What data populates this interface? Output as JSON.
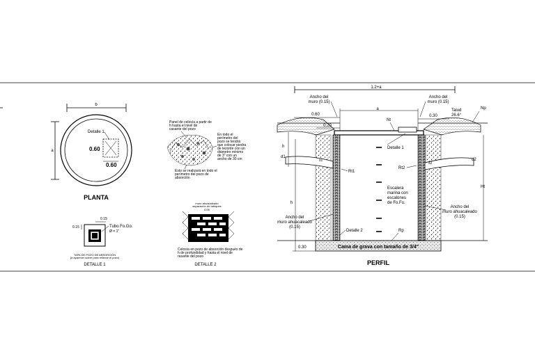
{
  "planta": {
    "dim_b": "b",
    "dim_a": "a",
    "detalle_label": "Detalle 1",
    "dim_060_left": "0.60",
    "dim_060_bottom": "0.60",
    "title": "PLANTA"
  },
  "detalle1": {
    "dim_015_top": "0.15",
    "dim_015_left": "0.15",
    "pipe_label": "Tubo Fo.Go.",
    "pipe_size": "Ø = 1\"",
    "note_line1": "TAPA DE POZO DE ABSORCIÓN",
    "note_line2": "(a aparecer sobre para rellenar el pozo)",
    "title": "DETALLE 1"
  },
  "grave_notes": {
    "note_top": [
      "Panel de celosía a partir de",
      "h hasta el nivel de",
      "casante del pozo"
    ],
    "note_right": [
      "En todo el",
      "perímetro del",
      "pozo se tendrá",
      "que colocar piedra",
      "de tezonte con un",
      "diámetro mínimo",
      "de 3\" con un",
      "ancho de 30 cm"
    ],
    "note_bottom": [
      "Esto se realizará en todo el",
      "perímetro del pozo de",
      "absorción"
    ]
  },
  "detalle2": {
    "note_top": [
      "muro ahuacaleado",
      "separación de tabiques"
    ],
    "note_top_small": "0.05",
    "note_bottom": [
      "Celosía en pozo de absorción después de",
      "h de profundidad y hasta el nivel de",
      "rasante del pozo"
    ],
    "title": "DETALLE 2"
  },
  "perfil": {
    "dim_top": "1.2+a",
    "ancho_left": [
      "Ancho del",
      "muro (0.15)"
    ],
    "ancho_right": [
      "Ancho del",
      "muro (0.15)"
    ],
    "dim_060": "0.60",
    "dim_030_top": "0.30",
    "dim_020": "0.20",
    "dim_a": "a",
    "talud": [
      "Talud",
      "26.6°"
    ],
    "np": "Np",
    "nt": "Nt",
    "detalle1": "Detalle 1",
    "d1": "d1",
    "d2": "d2",
    "s1": "s1",
    "s2": "s2",
    "rt1": "Rt1",
    "rt2": "Rt2",
    "h": "h",
    "ht": "Ht",
    "escalera": [
      "Escalera",
      "marina con",
      "escalones",
      "de Fo.Fo."
    ],
    "muro_left": [
      "Ancho del",
      "muro ahuacaleado",
      "(0.15)"
    ],
    "muro_right": [
      "Ancho del",
      "muro ahuacaleado",
      "(0.15)"
    ],
    "detalle2": "Detalle 2",
    "rp": "Rp",
    "dim_030_bottom": "0.30",
    "cama": "Cama de grava con tamaño de 3/4\"",
    "title": "PERFIL"
  }
}
